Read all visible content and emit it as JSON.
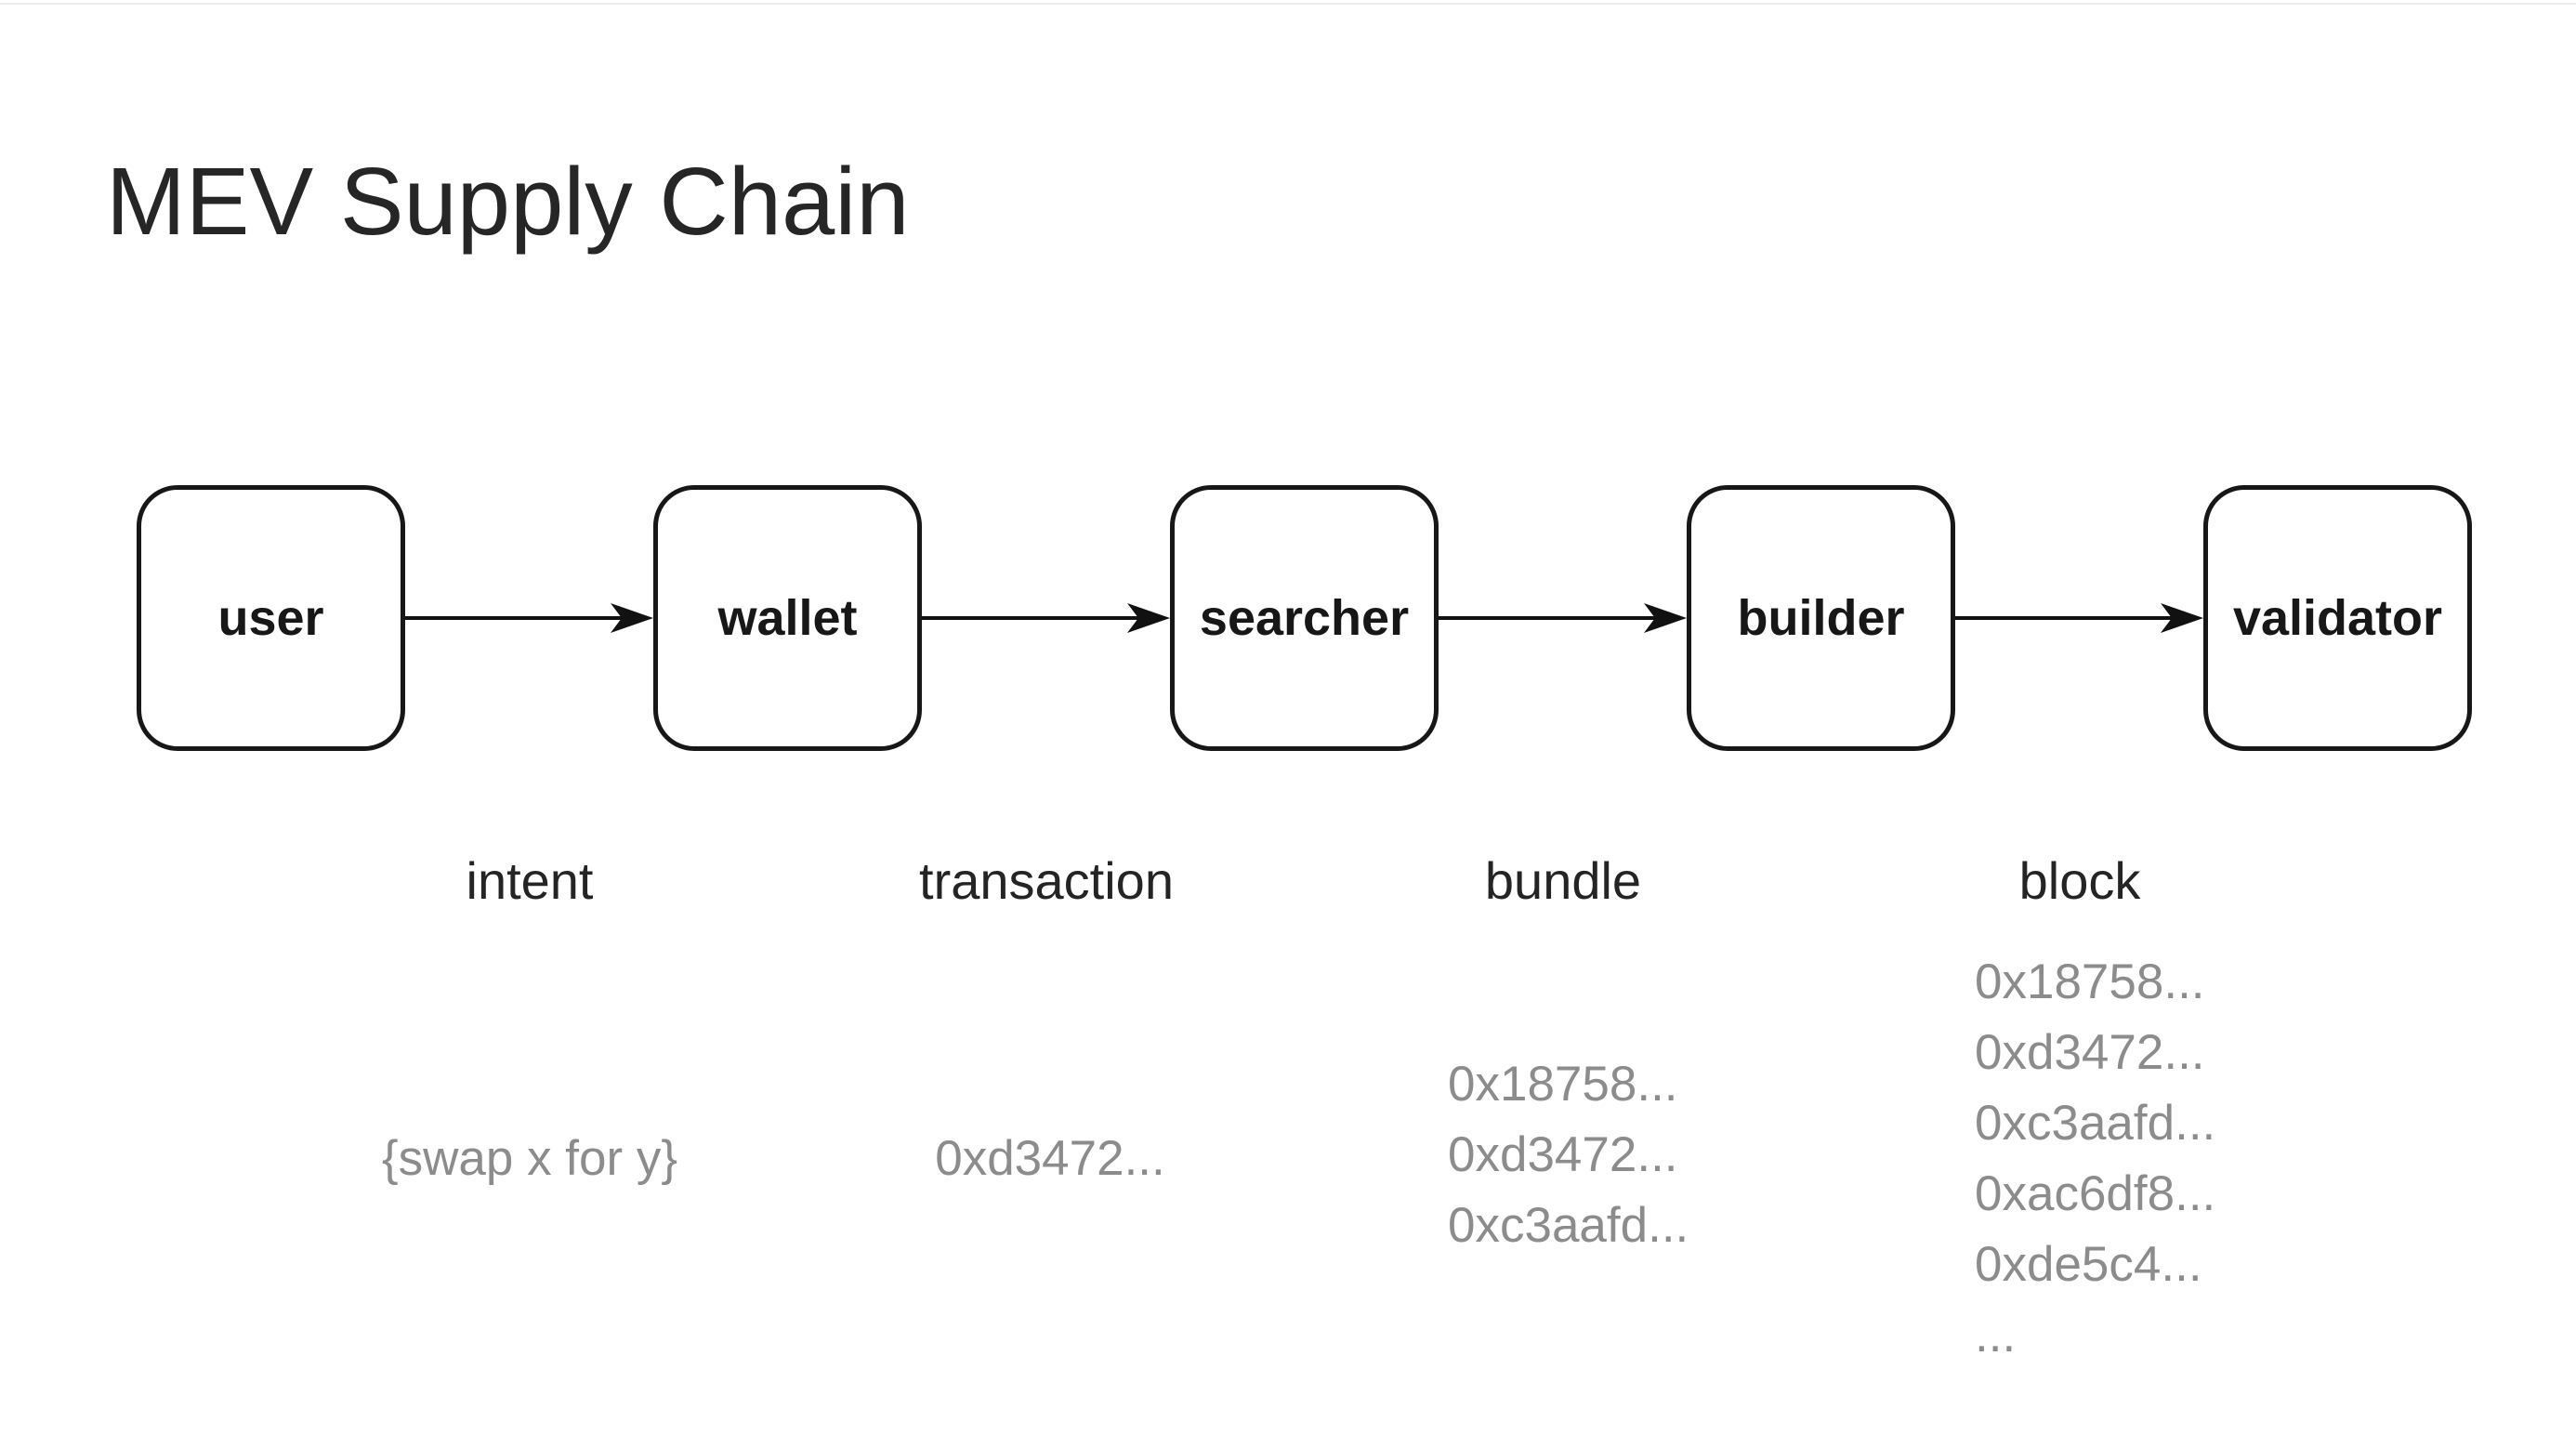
{
  "title": "MEV Supply Chain",
  "colors": {
    "background": "#ffffff",
    "ink": "#171717",
    "label_text": "#242424",
    "muted_text": "#8c8c8c",
    "top_edge_line": "#ececec"
  },
  "chain": {
    "nodes": [
      {
        "label": "user"
      },
      {
        "label": "wallet"
      },
      {
        "label": "searcher"
      },
      {
        "label": "builder"
      },
      {
        "label": "validator"
      }
    ],
    "flows": [
      {
        "label": "intent",
        "items": [
          "{swap x for y}"
        ]
      },
      {
        "label": "transaction",
        "items": [
          "0xd3472..."
        ]
      },
      {
        "label": "bundle",
        "items": [
          "0x18758...",
          "0xd3472...",
          "0xc3aafd..."
        ]
      },
      {
        "label": "block",
        "items": [
          "0x18758...",
          "0xd3472...",
          "0xc3aafd...",
          "0xac6df8...",
          "0xde5c4...",
          "..."
        ]
      }
    ]
  }
}
